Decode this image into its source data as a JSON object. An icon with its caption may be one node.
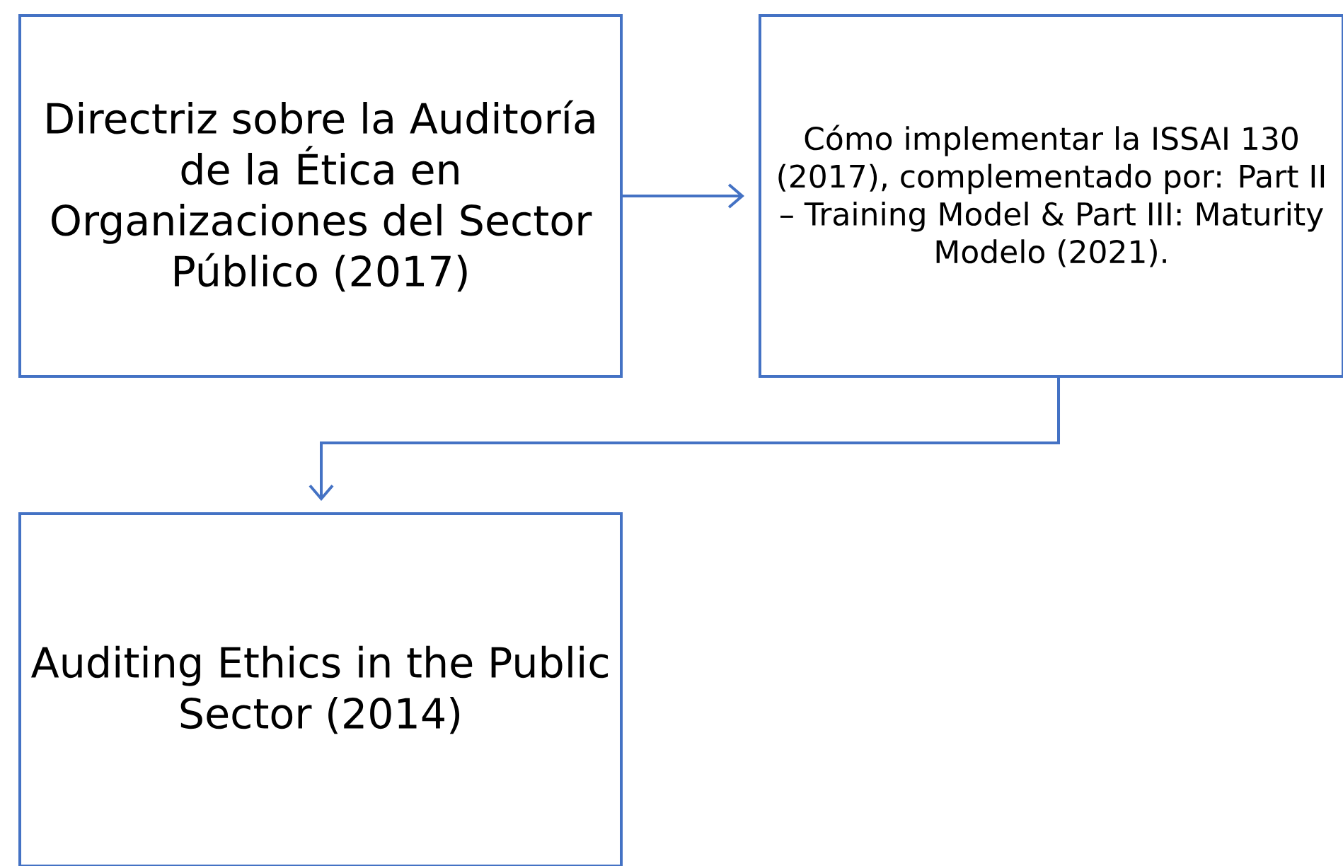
{
  "diagram": {
    "nodes": [
      {
        "text": [
          "Directriz sobre la Auditoría de la Ética en Organizaciones del Sector Público (2017)"
        ]
      },
      {
        "text": [
          "Cómo implementar la ISSAI 130 (2017), complementado por: Part II – Training Model & Part III: Maturity Modelo (2021)."
        ]
      },
      {
        "text": [
          "Auditing Ethics in the Public Sector (2014)"
        ]
      }
    ],
    "edges": [
      {
        "from": 0,
        "to": 1,
        "arrow": "to"
      },
      {
        "from": 1,
        "to": 2,
        "arrow": "to"
      }
    ]
  }
}
